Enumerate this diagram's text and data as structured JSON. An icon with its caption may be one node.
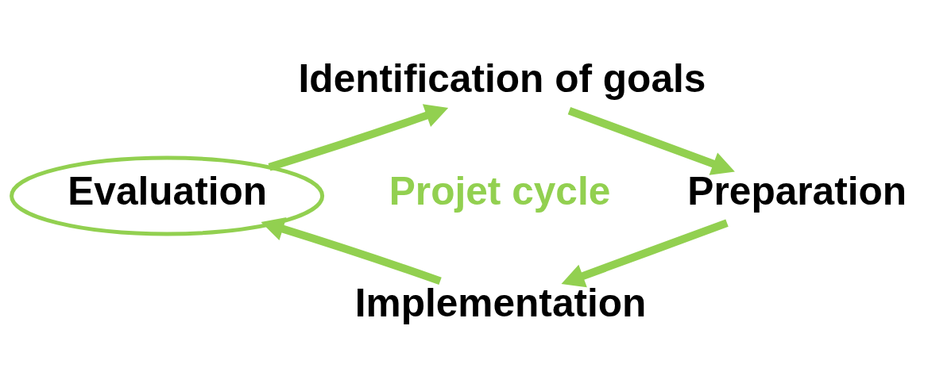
{
  "diagram": {
    "nodes": [
      {
        "text": [
          "Identification of goals"
        ]
      },
      {
        "text": [
          "Preparation"
        ]
      },
      {
        "text": [
          "Implementation"
        ]
      },
      {
        "text": [
          "Evaluation"
        ]
      }
    ],
    "edges": [
      {
        "from": 0,
        "to": 1,
        "arrow": "to"
      },
      {
        "from": 1,
        "to": 2,
        "arrow": "to"
      },
      {
        "from": 2,
        "to": 3,
        "arrow": "to"
      },
      {
        "from": 3,
        "to": 0,
        "arrow": "to"
      }
    ],
    "labels": [
      "Projet cycle"
    ]
  }
}
